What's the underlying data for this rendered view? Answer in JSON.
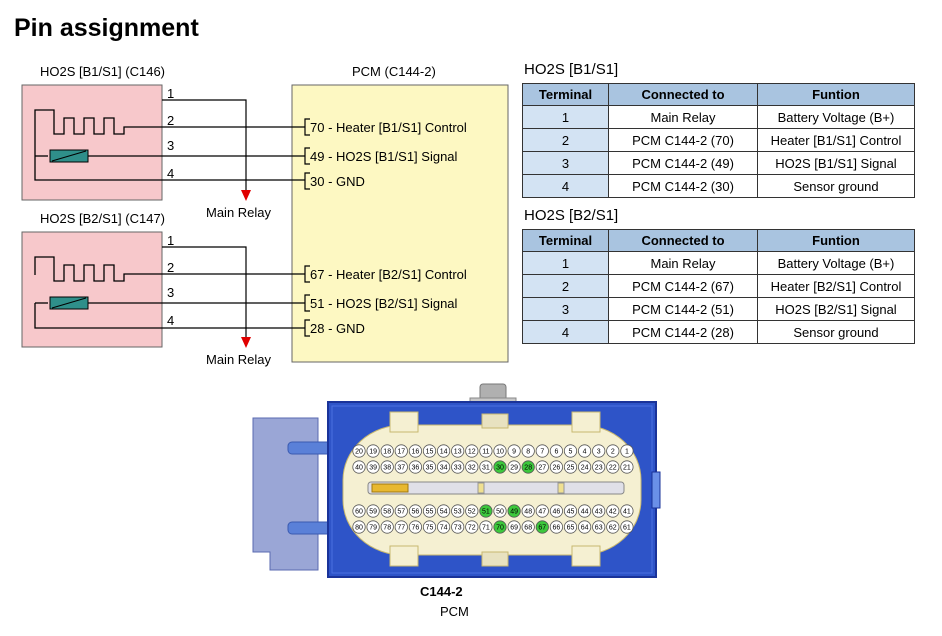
{
  "page": {
    "title": "Pin assignment"
  },
  "diagram": {
    "sensor1_label": "HO2S [B1/S1] (C146)",
    "sensor2_label": "HO2S [B2/S1] (C147)",
    "pcm_label": "PCM (C144-2)",
    "sensor1_pins": [
      "1",
      "2",
      "3",
      "4"
    ],
    "sensor2_pins": [
      "1",
      "2",
      "3",
      "4"
    ],
    "pcm_pins_b1": [
      "70 - Heater [B1/S1] Control",
      "49 - HO2S [B1/S1] Signal",
      "30 - GND"
    ],
    "pcm_pins_b2": [
      "67 - Heater [B2/S1] Control",
      "51 - HO2S [B2/S1] Signal",
      "28 - GND"
    ],
    "main_relay_1": "Main Relay",
    "main_relay_2": "Main Relay"
  },
  "table1": {
    "title": "HO2S [B1/S1]",
    "headers": [
      "Terminal",
      "Connected to",
      "Funtion"
    ],
    "rows": [
      [
        "1",
        "Main Relay",
        "Battery Voltage (B+)"
      ],
      [
        "2",
        "PCM C144-2 (70)",
        "Heater [B1/S1] Control"
      ],
      [
        "3",
        "PCM C144-2 (49)",
        "HO2S [B1/S1] Signal"
      ],
      [
        "4",
        "PCM C144-2 (30)",
        "Sensor ground"
      ]
    ]
  },
  "table2": {
    "title": "HO2S [B2/S1]",
    "headers": [
      "Terminal",
      "Connected to",
      "Funtion"
    ],
    "rows": [
      [
        "1",
        "Main Relay",
        "Battery Voltage (B+)"
      ],
      [
        "2",
        "PCM C144-2 (67)",
        "Heater [B2/S1] Control"
      ],
      [
        "3",
        "PCM C144-2 (51)",
        "HO2S [B2/S1] Signal"
      ],
      [
        "4",
        "PCM C144-2 (28)",
        "Sensor ground"
      ]
    ]
  },
  "connector": {
    "name": "C144-2",
    "sub": "PCM",
    "row1": [
      "20",
      "19",
      "18",
      "17",
      "16",
      "15",
      "14",
      "13",
      "12",
      "11",
      "10",
      "9",
      "8",
      "7",
      "6",
      "5",
      "4",
      "3",
      "2",
      "1"
    ],
    "row2": [
      "40",
      "39",
      "38",
      "37",
      "36",
      "35",
      "34",
      "33",
      "32",
      "31",
      "30",
      "29",
      "28",
      "27",
      "26",
      "25",
      "24",
      "23",
      "22",
      "21"
    ],
    "row3": [
      "60",
      "59",
      "58",
      "57",
      "56",
      "55",
      "54",
      "53",
      "52",
      "51",
      "50",
      "49",
      "48",
      "47",
      "46",
      "45",
      "44",
      "43",
      "42",
      "41"
    ],
    "row4": [
      "80",
      "79",
      "78",
      "77",
      "76",
      "75",
      "74",
      "73",
      "72",
      "71",
      "70",
      "69",
      "68",
      "67",
      "66",
      "65",
      "64",
      "63",
      "62",
      "61"
    ],
    "highlighted": [
      "28",
      "30",
      "49",
      "51",
      "67",
      "70"
    ],
    "colors": {
      "body": "#2e54c8",
      "frame": "#1a3399",
      "pin_face": "#f5f0d2",
      "highlight": "#3cc83c",
      "latch": "#9aa6d6"
    }
  },
  "colors": {
    "sensor_box": "#f7c8cb",
    "pcm_box": "#fdf8c2",
    "table_header": "#a9c4e0",
    "table_terminal": "#d3e3f3",
    "arrow": "#e00000",
    "element": "#2f8f8a"
  }
}
